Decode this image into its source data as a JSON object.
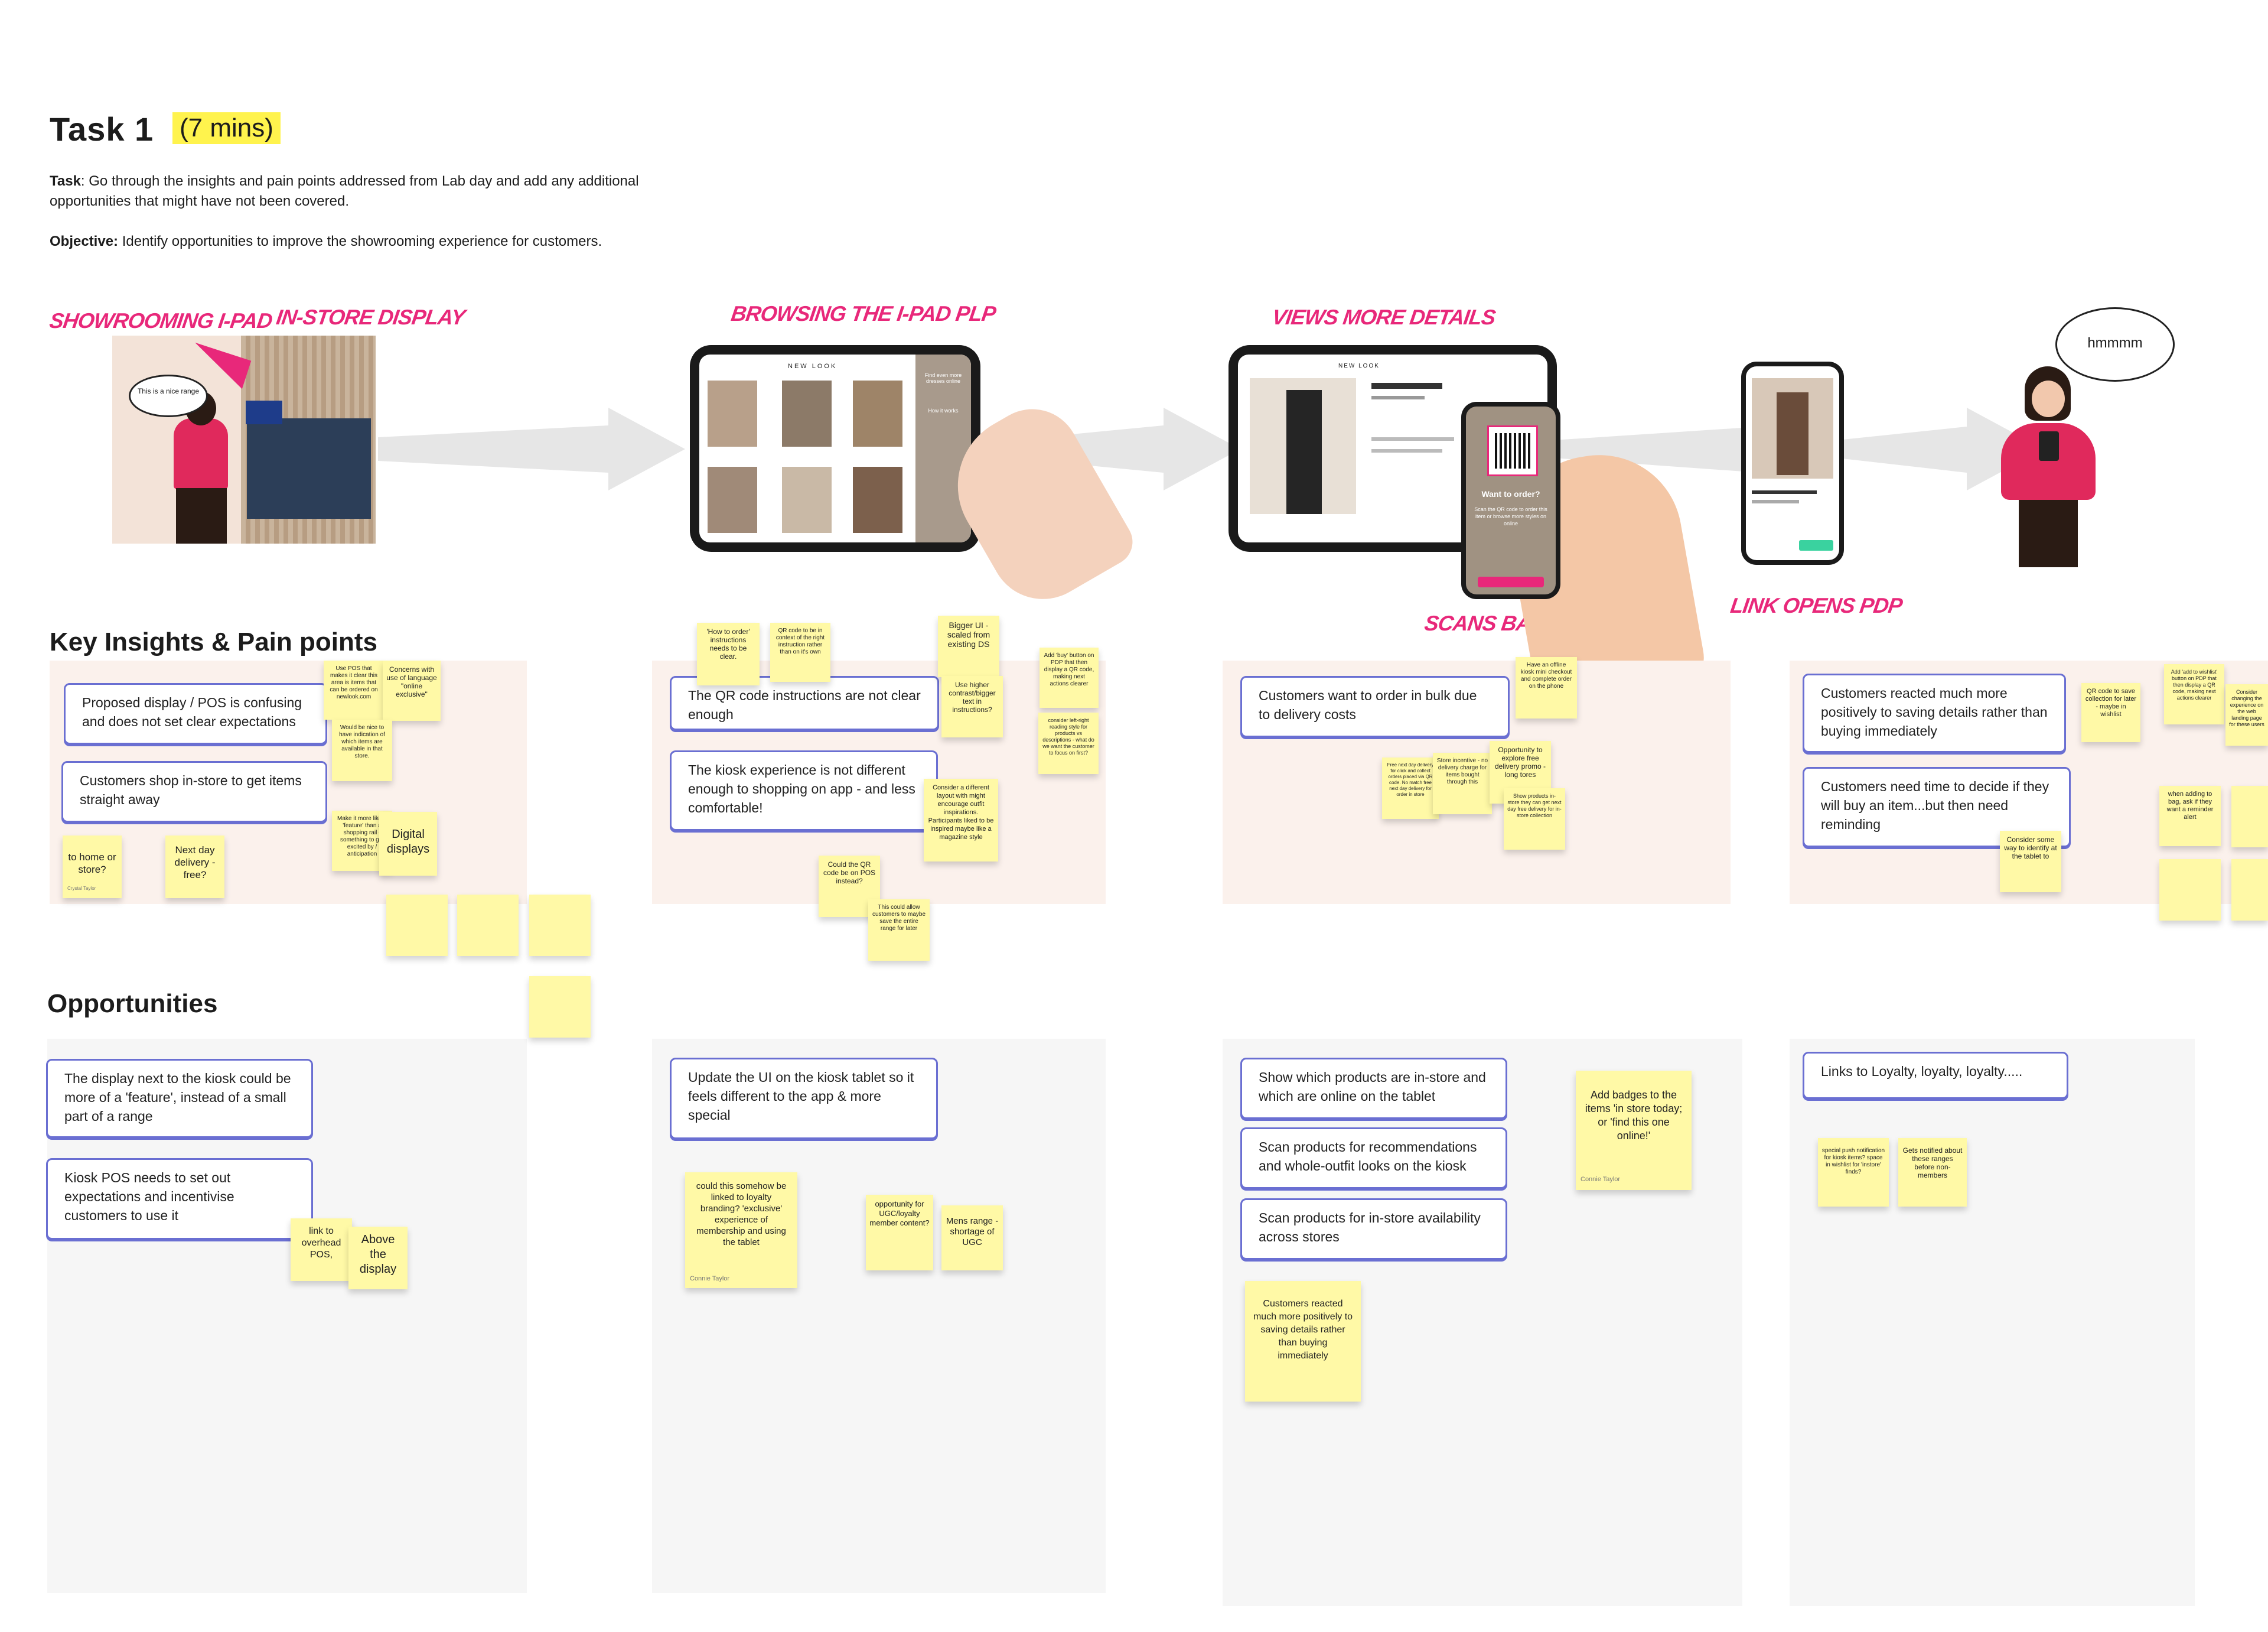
{
  "task": {
    "title": "Task 1",
    "duration": "(7 mins)",
    "task_label": "Task",
    "task_text": ": Go through the insights and pain points addressed from Lab day and add any additional opportunities that might have not been covered.",
    "objective_label": "Objective:",
    "objective_text": " Identify opportunities to improve the showrooming experience for customers."
  },
  "journey": {
    "steps": [
      "SHOWROOMING I-PAD",
      "IN-STORE DISPLAY",
      "BROWSING THE I-PAD PLP",
      "VIEWS MORE DETAILS",
      "SCANS BARCODE",
      "LINK OPENS PDP"
    ],
    "bubble_1": "This is a nice range",
    "bubble_2": "hmmmm",
    "brand": "NEW LOOK",
    "qr_title": "Want to order?",
    "qr_text": "Scan the QR code to order this item or browse more styles on online",
    "panel_title": "Find even more dresses online",
    "panel_sub": "How it works"
  },
  "sections": {
    "insights": "Key Insights & Pain points",
    "opportunities": "Opportunities"
  },
  "insights": {
    "col1": [
      "Proposed display / POS is confusing and does not set clear expectations",
      "Customers shop in-store to get items straight away"
    ],
    "col2": [
      "The QR code instructions are not clear enough",
      "The kiosk experience is not different enough to shopping on app - and less comfortable!"
    ],
    "col3": [
      "Customers want to order in bulk due to delivery costs"
    ],
    "col4": [
      "Customers reacted much more positively to saving details rather than buying immediately",
      "Customers need time to decide if they will buy an item...but then need reminding"
    ]
  },
  "opportunities": {
    "col1": [
      "The display next to the kiosk could be more of a 'feature', instead of a small part of a range",
      "Kiosk POS needs to set out expectations and incentivise customers to use it"
    ],
    "col2": [
      "Update the UI on the kiosk tablet so it feels different to the app & more special"
    ],
    "col3": [
      "Show which products are in-store and which are online on the tablet",
      "Scan products for recommendations and whole-outfit looks on the kiosk",
      "Scan products for in-store availability across stores"
    ],
    "col4": [
      "Links to Loyalty, loyalty, loyalty....."
    ]
  },
  "stickies": {
    "s1": "Use POS that makes it clear this area is items that can be ordered on newlook.com",
    "s2": "Concerns with use of language \"online exclusive\"",
    "s3": "Would be nice to have indication of which items are available in that store.",
    "s4": "Make it more like a 'feature' than a shopping rail - something to get excited by / anticipation",
    "s5": "Digital displays",
    "s6": "to home or store?",
    "s7": "Next day delivery - free?",
    "s8": "'How to order' instructions needs to be clear.",
    "s9": "QR code to be in context of the right instruction rather than on it's own",
    "s10": "Bigger UI - scaled from existing DS",
    "s11": "Add 'buy' button on PDP that then display a QR code, making next actions clearer",
    "s12": "Use higher contrast/bigger text in instructions?",
    "s13": "consider left-right reading style for products vs descriptions - what do we want the customer to focus on first?",
    "s14": "Consider a different layout with might encourage outfit inspirations. Participants liked to be inspired maybe like a magazine style",
    "s15": "Could the QR code be on POS instead?",
    "s16": "This could allow customers to maybe save the entire range for later",
    "s17": "Have an offline kiosk mini checkout and complete order on the phone",
    "s18": "Free next day delivery for click and collect orders placed via QR code. No match free next day delivery for order in store",
    "s19": "Store incentive - no delivery charge for items bought through this",
    "s20": "Opportunity to explore free delivery promo - long tores",
    "s21": "Show products in-store they can get next day free delivery for in-store collection",
    "s22": "QR code to save collection for later - maybe in wishlist",
    "s23": "Add 'add to wishlist' button on PDP that then display a QR code, making next actions clearer",
    "s24": "Consider changing the experience on the web landing page for these users",
    "s25": "when adding to bag, ask if they want a reminder alert",
    "s26": "Consider some way to identify at the tablet to",
    "s27": "link to overhead POS,",
    "s28": "Above the display",
    "s29": "could this somehow be linked to loyalty branding? 'exclusive' experience of membership and using the tablet",
    "s30": "opportunity for UGC/loyalty member content?",
    "s31": "Mens range - shortage of UGC",
    "s32": "Add badges to the items 'in store today; or 'find this one online!'",
    "s33": "Customers reacted much more positively to saving details rather than buying immediately",
    "s34": "special push notification for kiosk items? space in wishlist for 'instore' finds?",
    "s35": "Gets notified about these ranges before non- members",
    "author_connie": "Connie Taylor"
  },
  "colors": {
    "accent": "#e8287a",
    "card_border": "#6a6fd2",
    "sticky": "#fff9a6",
    "highlight": "#fff34d",
    "insight_bg": "#fbf1ec",
    "opp_bg": "#f6f6f6"
  }
}
